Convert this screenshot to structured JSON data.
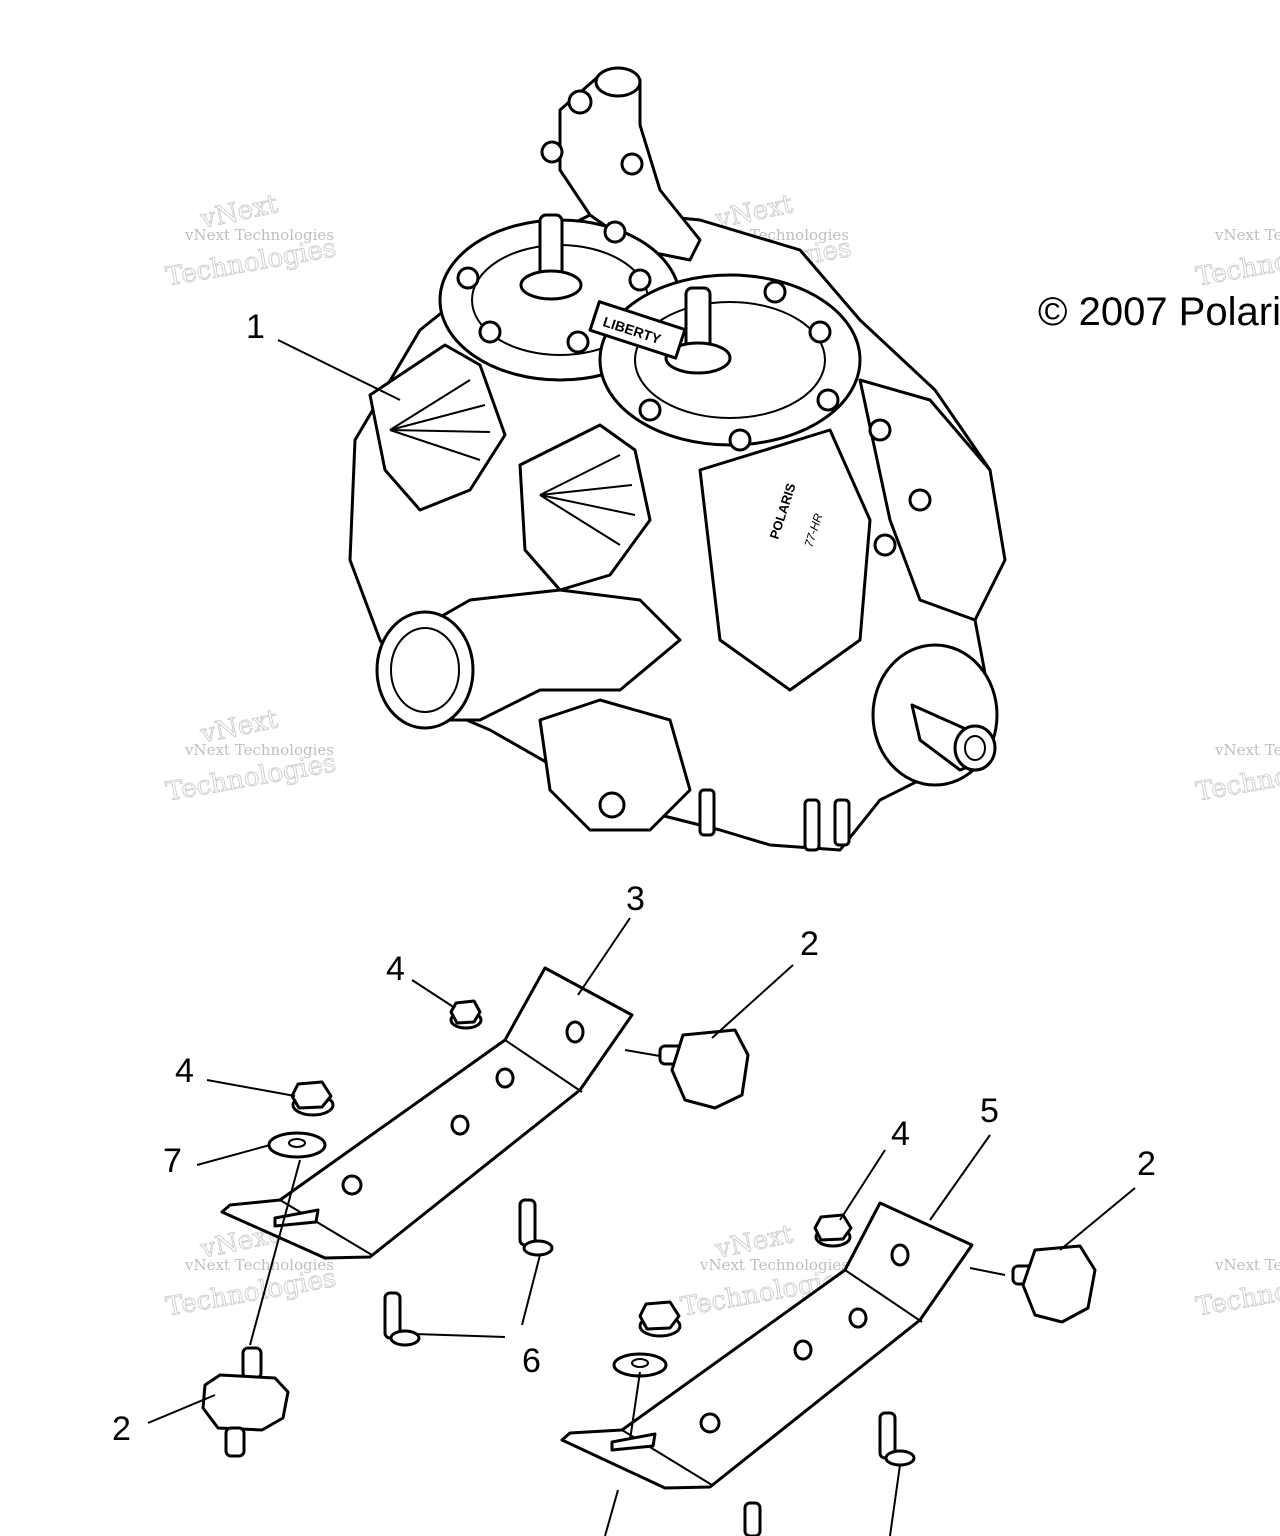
{
  "copyright": "© 2007 Polari",
  "watermark": {
    "small": "vNext Technologies",
    "large": "Technologies",
    "top": "vNext"
  },
  "callouts": {
    "c1": "1",
    "c2a": "2",
    "c2b": "2",
    "c2c": "2",
    "c3": "3",
    "c4a": "4",
    "c4b": "4",
    "c4c": "4",
    "c5": "5",
    "c6": "6",
    "c7": "7"
  },
  "engine_labels": {
    "head_badge": "LIBERTY",
    "cylinder_brand": "POLARIS",
    "model": "77-HR"
  }
}
